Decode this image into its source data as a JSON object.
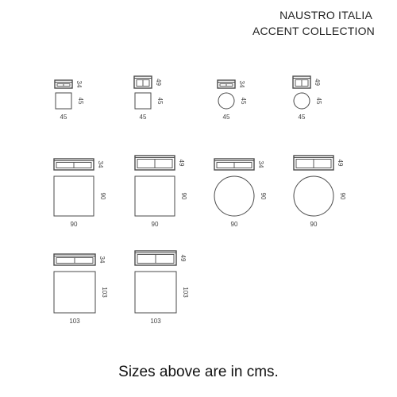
{
  "header": {
    "brand_line1": "NAUSTRO ITALIA",
    "brand_line2": "ACCENT COLLECTION"
  },
  "footer": {
    "note": "Sizes above are in cms."
  },
  "colors": {
    "line": "#4a4a4a",
    "text": "#222222"
  },
  "tables": [
    {
      "shape": "square",
      "width": "45",
      "depth": "45",
      "height": "34"
    },
    {
      "shape": "square",
      "width": "45",
      "depth": "45",
      "height": "49"
    },
    {
      "shape": "round",
      "width": "45",
      "depth": "45",
      "height": "34"
    },
    {
      "shape": "round",
      "width": "45",
      "depth": "45",
      "height": "49"
    },
    {
      "shape": "square",
      "width": "90",
      "depth": "90",
      "height": "34"
    },
    {
      "shape": "square",
      "width": "90",
      "depth": "90",
      "height": "49"
    },
    {
      "shape": "round",
      "width": "90",
      "depth": "90",
      "height": "34"
    },
    {
      "shape": "round",
      "width": "90",
      "depth": "90",
      "height": "49"
    },
    {
      "shape": "square",
      "width": "103",
      "depth": "103",
      "height": "34"
    },
    {
      "shape": "square",
      "width": "103",
      "depth": "103",
      "height": "49"
    }
  ]
}
